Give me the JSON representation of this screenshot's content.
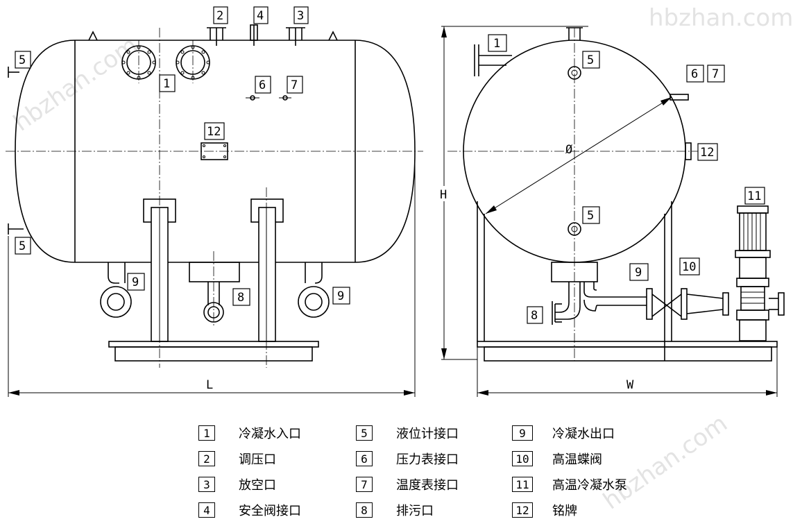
{
  "watermark": "hbzhan.com",
  "dimensions": {
    "length": "L",
    "width": "W",
    "height": "H"
  },
  "diameter_symbol": "Ø",
  "callouts": {
    "c1": "1",
    "c2": "2",
    "c3": "3",
    "c4": "4",
    "c5": "5",
    "c6": "6",
    "c7": "7",
    "c8": "8",
    "c9": "9",
    "c10": "10",
    "c11": "11",
    "c12": "12"
  },
  "legend": [
    {
      "num": "1",
      "label": "冷凝水入口"
    },
    {
      "num": "2",
      "label": "调压口"
    },
    {
      "num": "3",
      "label": "放空口"
    },
    {
      "num": "4",
      "label": "安全阀接口"
    },
    {
      "num": "5",
      "label": "液位计接口"
    },
    {
      "num": "6",
      "label": "压力表接口"
    },
    {
      "num": "7",
      "label": "温度表接口"
    },
    {
      "num": "8",
      "label": "排污口"
    },
    {
      "num": "9",
      "label": "冷凝水出口"
    },
    {
      "num": "10",
      "label": "高温蝶阀"
    },
    {
      "num": "11",
      "label": "高温冷凝水泵"
    },
    {
      "num": "12",
      "label": "铭牌"
    }
  ]
}
